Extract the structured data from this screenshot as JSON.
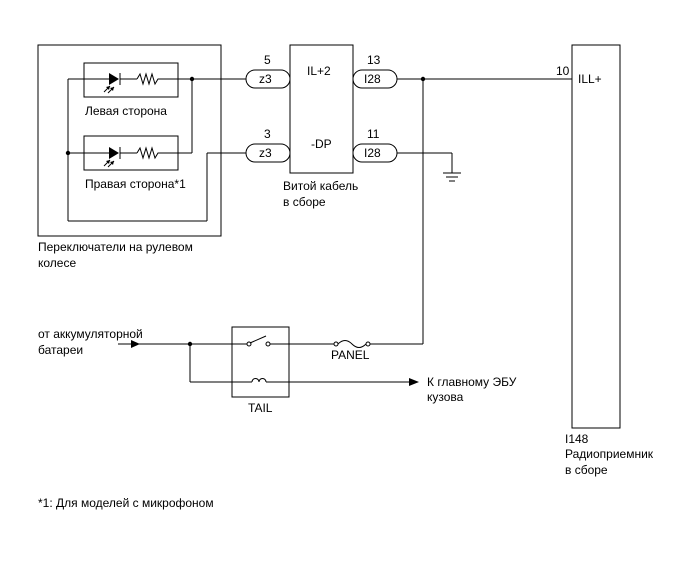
{
  "switches": {
    "left_label": "Левая сторона",
    "right_label": "Правая сторона*1",
    "assembly_label_line1": "Переключатели на рулевом",
    "assembly_label_line2": "колесе"
  },
  "spiral_cable": {
    "label_line1": "Витой кабель",
    "label_line2": "в сборе",
    "terminal_top": "IL+2",
    "terminal_bottom": "-DP",
    "pin_left_top": "5",
    "pin_left_bottom": "3",
    "pin_right_top": "13",
    "pin_right_bottom": "11",
    "connector_left_top": "z3",
    "connector_left_bottom": "z3",
    "connector_right_top": "I28",
    "connector_right_bottom": "I28"
  },
  "radio": {
    "pin": "10",
    "terminal": "ILL+",
    "connector": "I148",
    "label_line1": "Радиоприемник",
    "label_line2": "в сборе"
  },
  "power": {
    "source_line1": "от аккумуляторной",
    "source_line2": "батареи",
    "fuse": "PANEL",
    "relay": "TAIL",
    "ecu_line1": "К главному ЭБУ",
    "ecu_line2": "кузова"
  },
  "footnote": "*1: Для моделей с микрофоном"
}
